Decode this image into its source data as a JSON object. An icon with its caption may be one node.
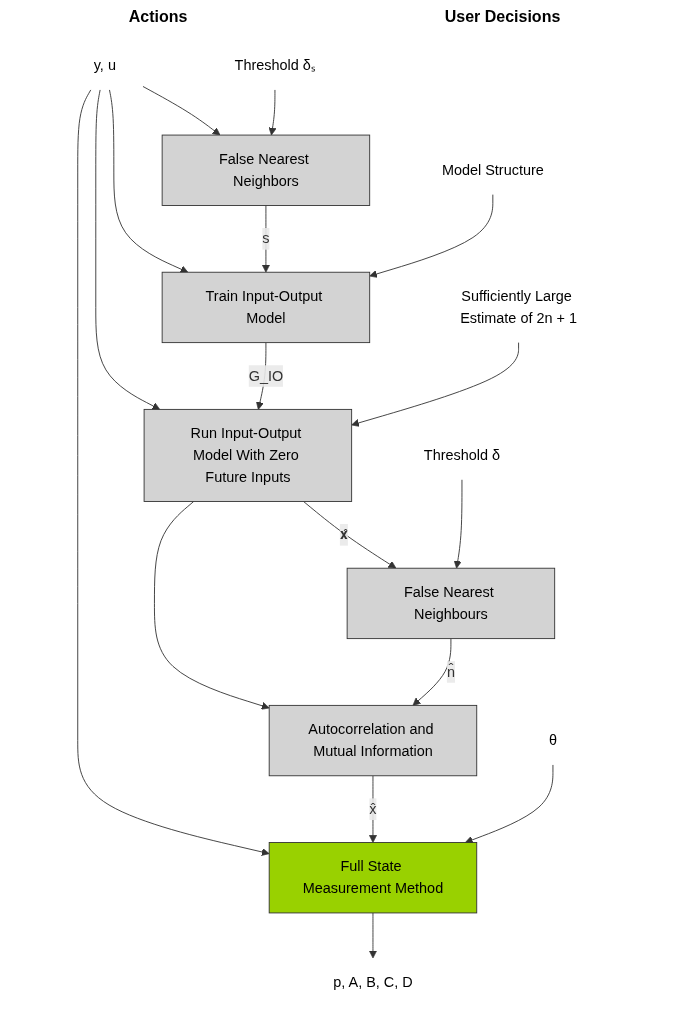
{
  "diagram": {
    "nodes": [
      {
        "text": [
          "y, u"
        ]
      },
      {
        "text": [
          "False Nearest Neighbors"
        ]
      },
      {
        "text": [
          "Train Input-Output Model"
        ]
      },
      {
        "text": [
          "Run Input-Output Model With Zero Future Inputs"
        ]
      },
      {
        "text": [
          "False Nearest Neighbours"
        ]
      },
      {
        "text": [
          "Autocorrelation and Mutual Information"
        ]
      },
      {
        "text": [
          "Full State Measurement Method"
        ]
      },
      {
        "text": [
          "Threshold δₛ"
        ]
      },
      {
        "text": [
          "Model Structure"
        ]
      },
      {
        "text": [
          "Sufficiently Large Estimate of 2n + 1"
        ]
      },
      {
        "text": [
          "Threshold δ"
        ]
      },
      {
        "text": [
          "θ"
        ]
      },
      {
        "text": [
          "p, A, B, C, D"
        ]
      }
    ],
    "edges": [
      {
        "from": 0,
        "to": 1,
        "arrow": "to"
      },
      {
        "from": 0,
        "to": 2,
        "arrow": "to"
      },
      {
        "from": 0,
        "to": 3,
        "arrow": "to"
      },
      {
        "from": 0,
        "to": 6,
        "arrow": "to"
      },
      {
        "from": 1,
        "to": 2,
        "label": "s",
        "arrow": "to"
      },
      {
        "from": 2,
        "to": 3,
        "label": "G_IO",
        "arrow": "to"
      },
      {
        "from": 3,
        "to": 4,
        "label": "𝐱̂",
        "arrow": "to"
      },
      {
        "from": 3,
        "to": 5,
        "arrow": "to"
      },
      {
        "from": 4,
        "to": 5,
        "label": "n̂",
        "arrow": "to"
      },
      {
        "from": 5,
        "to": 6,
        "label": "x̂",
        "arrow": "to"
      },
      {
        "from": 6,
        "to": 12,
        "arrow": "to"
      },
      {
        "from": 7,
        "to": 1,
        "arrow": "to"
      },
      {
        "from": 8,
        "to": 2,
        "arrow": "to"
      },
      {
        "from": 9,
        "to": 3,
        "arrow": "to"
      },
      {
        "from": 10,
        "to": 4,
        "arrow": "to"
      },
      {
        "from": 11,
        "to": 6,
        "arrow": "to"
      }
    ],
    "labels": [
      "Actions",
      "User Decisions"
    ]
  }
}
